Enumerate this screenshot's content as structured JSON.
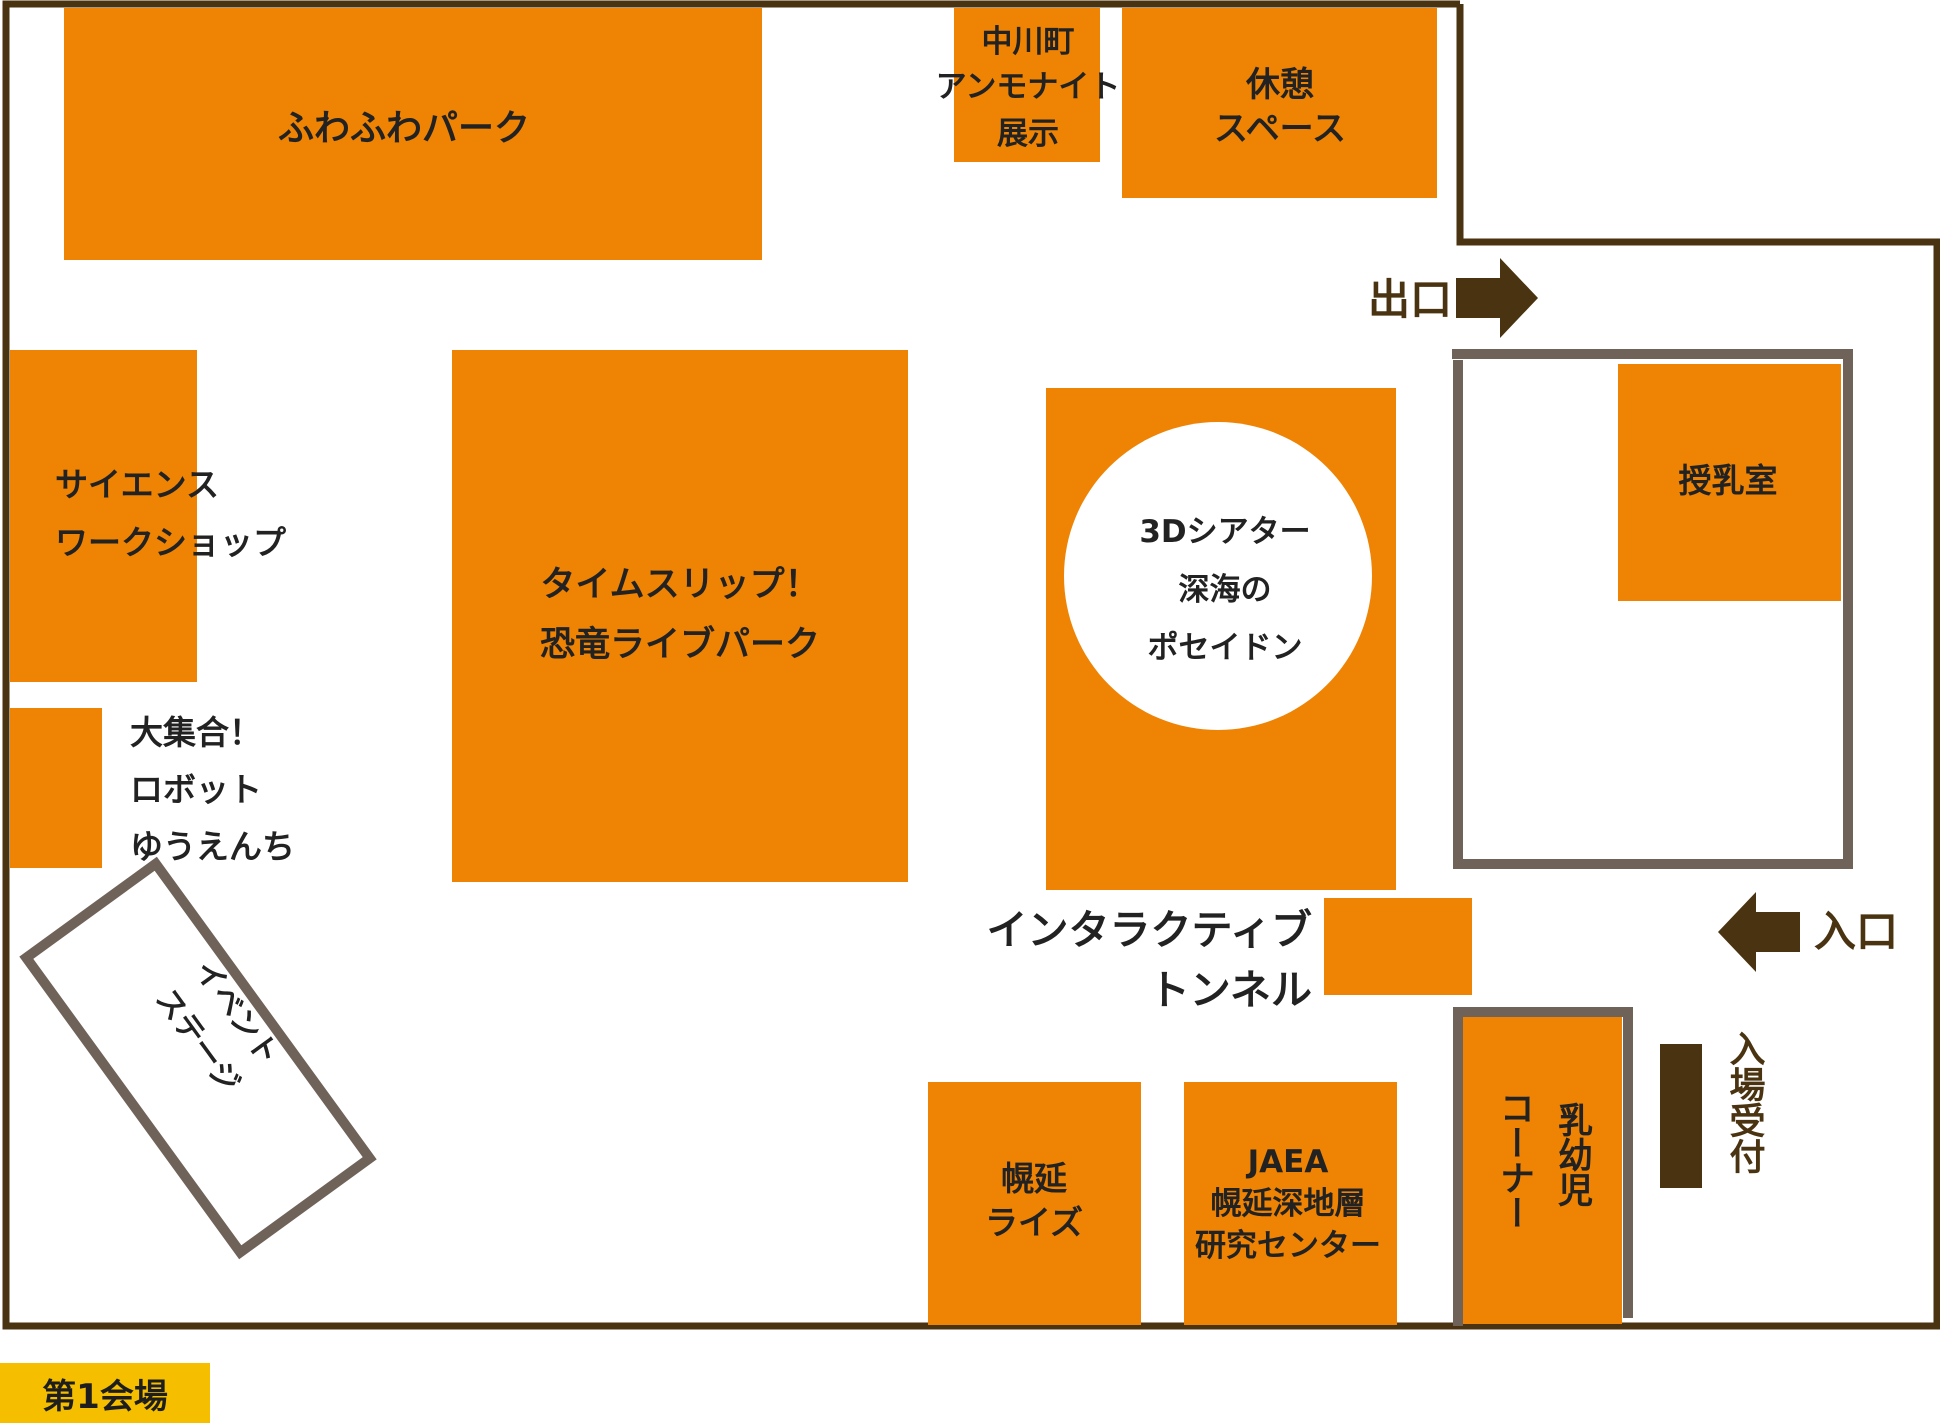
{
  "venue_label": "第1会場",
  "colors": {
    "booth": "#ee8304",
    "wall": "#4a3310",
    "stage_border": "#6f6259",
    "badge": "#f5bf00"
  },
  "booths": {
    "fuwafuwa": [
      "ふわふわパーク"
    ],
    "ammonite": [
      "中川町",
      "アンモナイト",
      "展示"
    ],
    "rest": [
      "休憩",
      "スペース"
    ],
    "science": [
      "サイエンス",
      "ワークショップ"
    ],
    "timeslip": [
      "タイムスリップ！",
      "恐竜ライブパーク"
    ],
    "theater": [
      "3Dシアター",
      "深海の",
      "ポセイドン"
    ],
    "nursing": [
      "授乳室"
    ],
    "robot": [
      "大集合！",
      "ロボット",
      "ゆうえんち"
    ],
    "tunnel": [
      "インタラクティブ",
      "トンネル"
    ],
    "stage": [
      "ステージ",
      "イベント"
    ],
    "horonobe_rise": [
      "幌延",
      "ライズ"
    ],
    "jaea": [
      "JAEA",
      "幌延深地層",
      "研究センター"
    ],
    "infant": [
      "乳幼児",
      "コーナー"
    ],
    "reception": [
      "入場受付"
    ]
  },
  "exit_label": "出口",
  "entrance_label": "入口"
}
